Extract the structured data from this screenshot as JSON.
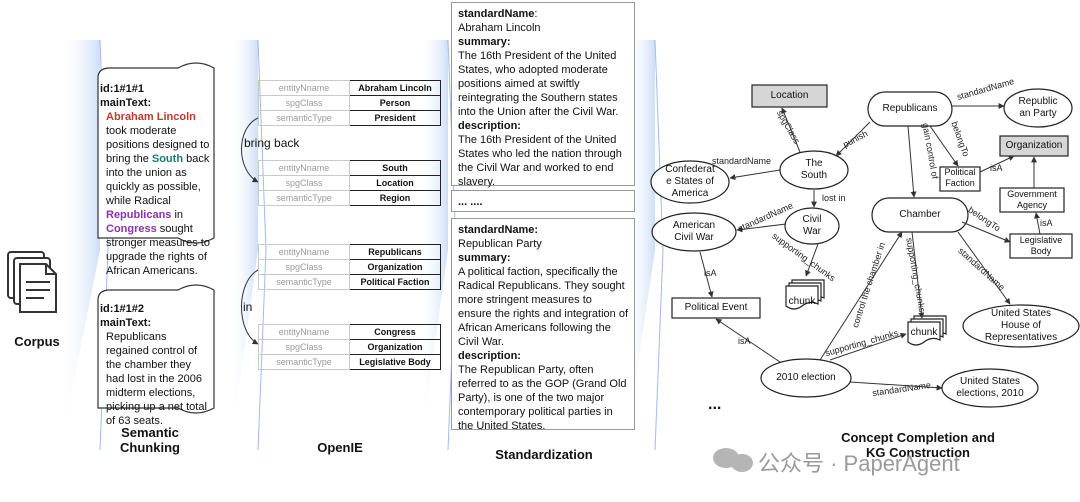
{
  "captions": {
    "corpus": "Corpus",
    "semantic_chunking": [
      "Semantic",
      "Chunking"
    ],
    "openie": "OpenIE",
    "standardization": "Standardization",
    "kg": [
      "Concept Completion and",
      "KG Construction"
    ]
  },
  "chunks": [
    {
      "id": "id:1#1#1",
      "main_label": "mainText:",
      "parts": [
        {
          "t": "Abraham Lincoln",
          "c": "red"
        },
        {
          "t": " took moderate positions designed to bring the ",
          "c": ""
        },
        {
          "t": "South",
          "c": "teal"
        },
        {
          "t": " back into the union as quickly as possible, while Radical ",
          "c": ""
        },
        {
          "t": "Republicans",
          "c": "purple"
        },
        {
          "t": " in ",
          "c": ""
        },
        {
          "t": "Congress",
          "c": "purple"
        },
        {
          "t": " sought stronger measures to upgrade the rights of African Americans.",
          "c": ""
        }
      ]
    },
    {
      "id": "id:1#1#2",
      "main_label": "mainText:",
      "parts": [
        {
          "t": "Republicans regained control of the chamber they had lost in the 2006 midterm elections, picking up a net total of 63 seats.",
          "c": ""
        }
      ]
    }
  ],
  "openie": {
    "keys": [
      "entityNname",
      "spgClass",
      "semanticType"
    ],
    "rows": [
      [
        "Abraham Lincoln",
        "Person",
        "President"
      ],
      [
        "South",
        "Location",
        "Region"
      ],
      [
        "Republicans",
        "Organization",
        "Political Faction"
      ],
      [
        "Congress",
        "Organization",
        "Legislative Body"
      ]
    ],
    "bring_back": "bring back",
    "in_label": "in"
  },
  "standardization": {
    "box1": {
      "standardName_label": "standardName",
      "standardName": "Abraham Lincoln",
      "summary_label": "summary:",
      "summary": "The 16th President of the United States, who adopted moderate positions aimed at swiftly reintegrating the Southern states into the Union after the Civil War.",
      "description_label": "description:",
      "description": "The 16th President of the United States who led the nation through the Civil War and worked to end slavery."
    },
    "ellipsis": "... ....",
    "box2": {
      "standardName_label": "standardName:",
      "standardName": "Republican Party",
      "summary_label": "summary:",
      "summary": "A political faction, specifically the Radical Republicans. They sought more stringent measures to ensure the rights and integration of African Americans following the Civil War.",
      "description_label": "description:",
      "description": "The Republican Party, often referred to as the GOP (Grand Old Party), is one of the two major contemporary political parties in the United States."
    }
  },
  "kg": {
    "nodes": {
      "location": "Location",
      "republicans": "Republicans",
      "republican_party": [
        "Republic",
        "an Party"
      ],
      "organization": "Organization",
      "the_south": [
        "The",
        "South"
      ],
      "confederate": [
        "Confederat",
        "e States of",
        "America"
      ],
      "political_faction": [
        "Political",
        "Faction"
      ],
      "government_agency": [
        "Government",
        "Agency"
      ],
      "civil_war": [
        "Civil",
        "War"
      ],
      "american_civil_war": [
        "American",
        "Civil War"
      ],
      "chamber": "Chamber",
      "legislative_body": [
        "Legislative",
        "Body"
      ],
      "chunk1": "chunk",
      "chunk2": "chunk",
      "political_event": "Political Event",
      "us_house": [
        "United States",
        "House of",
        "Representatives"
      ],
      "election_2010": "2010 election",
      "us_elections_2010": [
        "United States",
        "elections, 2010"
      ],
      "more": "..."
    },
    "edges": {
      "standardName": "standardName",
      "spgClass": "spgClass",
      "punish": "punish",
      "gain_control": [
        "gain",
        "control",
        "of"
      ],
      "belongTo": "belongTo",
      "isA": "isA",
      "lost_in": "lost in",
      "supporting_chunks": "supporting_chunks",
      "control_chamber_in": [
        "control the",
        "chamber in"
      ]
    }
  },
  "watermark": "公众号 · PaperAgent"
}
